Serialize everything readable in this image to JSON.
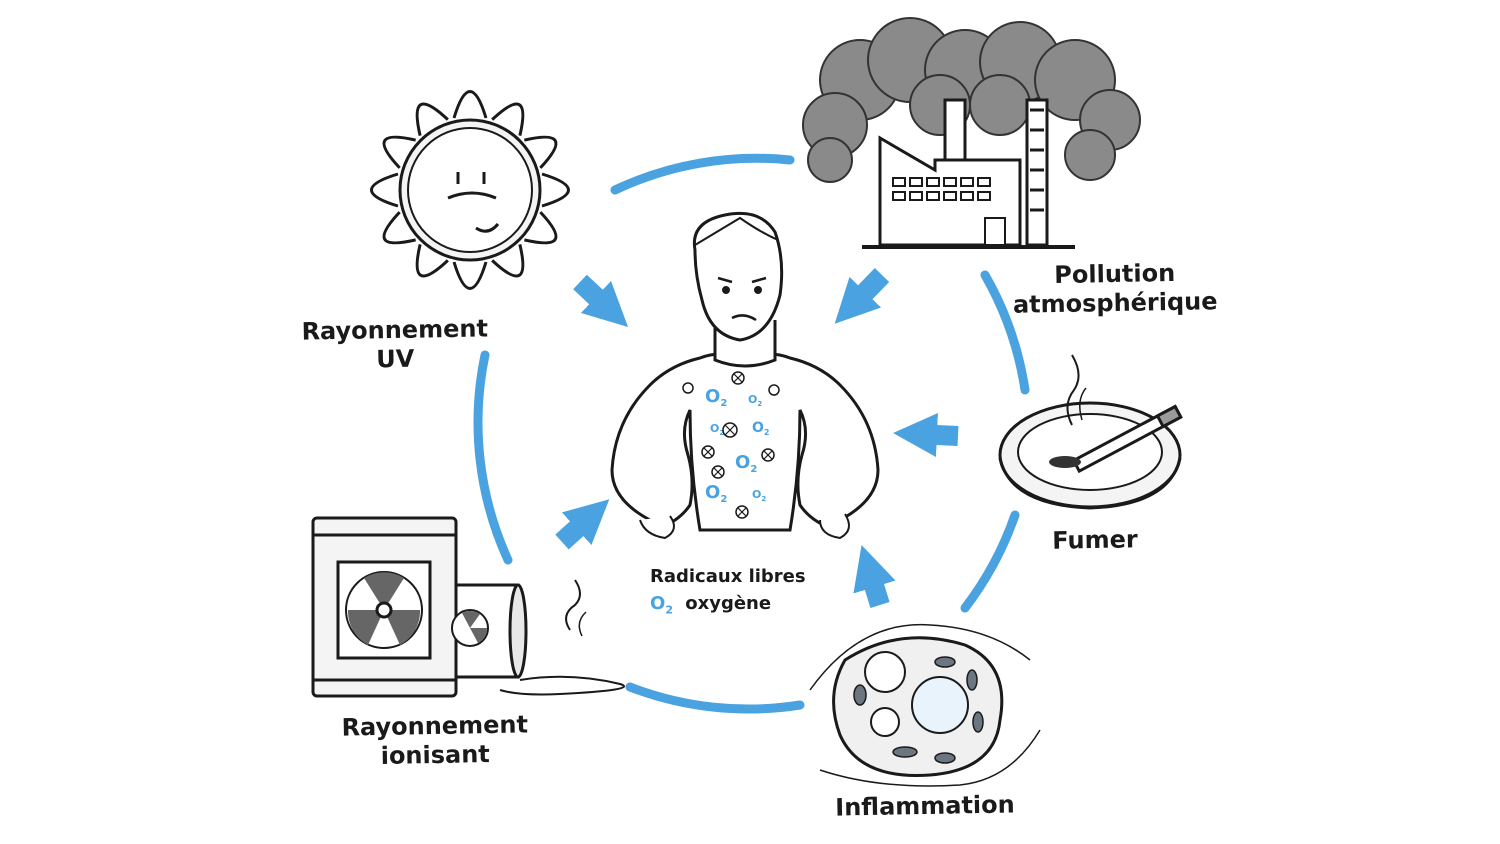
{
  "colors": {
    "accent_blue": "#4aa3e0",
    "ink": "#1a1a1a",
    "smoke": "#8a8a8a"
  },
  "sources": {
    "uv": {
      "line1": "Rayonnement",
      "line2": "UV"
    },
    "pollution": {
      "line1": "Pollution",
      "line2": "atmosphérique"
    },
    "smoking": {
      "label": "Fumer"
    },
    "ionizing": {
      "line1": "Rayonnement",
      "line2": "ionisant"
    },
    "inflammation": {
      "label": "Inflammation"
    }
  },
  "center": {
    "caption": "Radicaux libres",
    "o2_symbol": "O",
    "o2_sub": "2",
    "o2_label": "oxygène"
  },
  "icons": [
    "sun-icon",
    "factory-icon",
    "ashtray-cigarette-icon",
    "radioactive-barrel-icon",
    "inflamed-tissue-icon",
    "person-icon"
  ]
}
